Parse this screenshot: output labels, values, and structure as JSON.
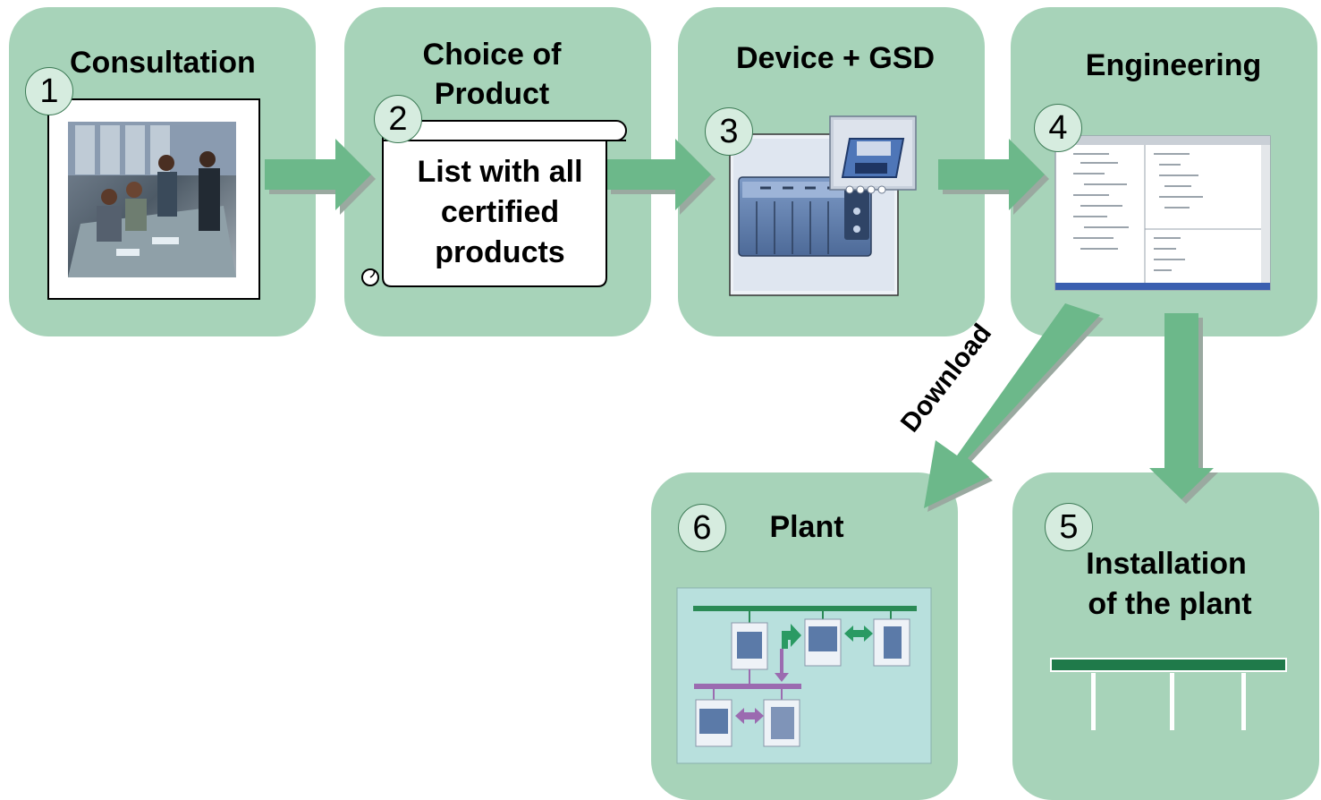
{
  "steps": [
    {
      "number": "1",
      "title": "Consultation"
    },
    {
      "number": "2",
      "title_line1": "Choice of",
      "title_line2": "Product",
      "scroll_line1": "List with all",
      "scroll_line2": "certified",
      "scroll_line3": "products"
    },
    {
      "number": "3",
      "title": "Device + GSD"
    },
    {
      "number": "4",
      "title": "Engineering"
    },
    {
      "number": "5",
      "title_line1": "Installation",
      "title_line2": "of the plant"
    },
    {
      "number": "6",
      "title": "Plant"
    }
  ],
  "arrows": {
    "download_label": "Download"
  },
  "colors": {
    "panel": "#a7d3b9",
    "arrow": "#6cb88a",
    "bus_green": "#2a8a55",
    "bus_purple": "#9b6bb0"
  }
}
